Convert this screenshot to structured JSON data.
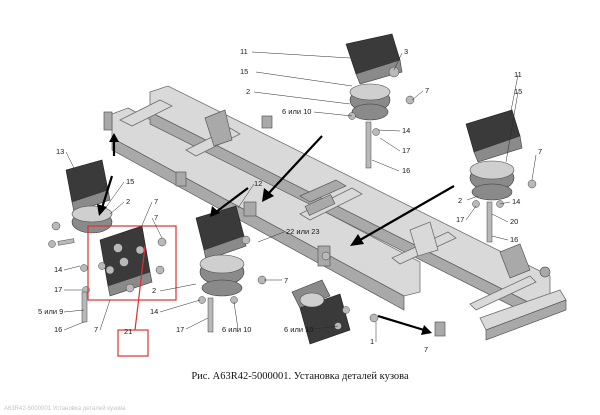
{
  "caption": "Рис. А63R42-5000001. Установка деталей кузова",
  "footer": "A63R42-5000001 Установка деталей кузова",
  "callouts": [
    {
      "id": "c-11-top",
      "text": "11"
    },
    {
      "id": "c-3",
      "text": "3"
    },
    {
      "id": "c-15-top",
      "text": "15"
    },
    {
      "id": "c-2-top",
      "text": "2"
    },
    {
      "id": "c-7-top",
      "text": "7"
    },
    {
      "id": "c-6or10-top",
      "text": "6 или 10"
    },
    {
      "id": "c-14-top",
      "text": "14"
    },
    {
      "id": "c-17-top",
      "text": "17"
    },
    {
      "id": "c-16-top",
      "text": "16"
    },
    {
      "id": "c-11-right",
      "text": "11"
    },
    {
      "id": "c-15-right",
      "text": "15"
    },
    {
      "id": "c-7-right",
      "text": "7"
    },
    {
      "id": "c-2-right",
      "text": "2"
    },
    {
      "id": "c-14-right",
      "text": "14"
    },
    {
      "id": "c-17-right",
      "text": "17"
    },
    {
      "id": "c-20-right",
      "text": "20"
    },
    {
      "id": "c-16-right",
      "text": "16"
    },
    {
      "id": "c-13",
      "text": "13"
    },
    {
      "id": "c-15-left",
      "text": "15"
    },
    {
      "id": "c-2-left",
      "text": "2"
    },
    {
      "id": "c-7-left-a",
      "text": "7"
    },
    {
      "id": "c-7-left-b",
      "text": "7"
    },
    {
      "id": "c-12",
      "text": "12"
    },
    {
      "id": "c-14-left",
      "text": "14"
    },
    {
      "id": "c-17-left",
      "text": "17"
    },
    {
      "id": "c-5or9",
      "text": "5 или 9"
    },
    {
      "id": "c-16-left",
      "text": "16"
    },
    {
      "id": "c-7-box",
      "text": "7"
    },
    {
      "id": "c-21",
      "text": "21"
    },
    {
      "id": "c-22or23",
      "text": "22 или 23"
    },
    {
      "id": "c-2-mid",
      "text": "2"
    },
    {
      "id": "c-14-mid",
      "text": "14"
    },
    {
      "id": "c-17-mid",
      "text": "17"
    },
    {
      "id": "c-6or10-mid",
      "text": "6 или 10"
    },
    {
      "id": "c-7-mid",
      "text": "7"
    },
    {
      "id": "c-6or10-bottom",
      "text": "6 или 10"
    },
    {
      "id": "c-1",
      "text": "1"
    },
    {
      "id": "c-7-bottom",
      "text": "7"
    }
  ]
}
